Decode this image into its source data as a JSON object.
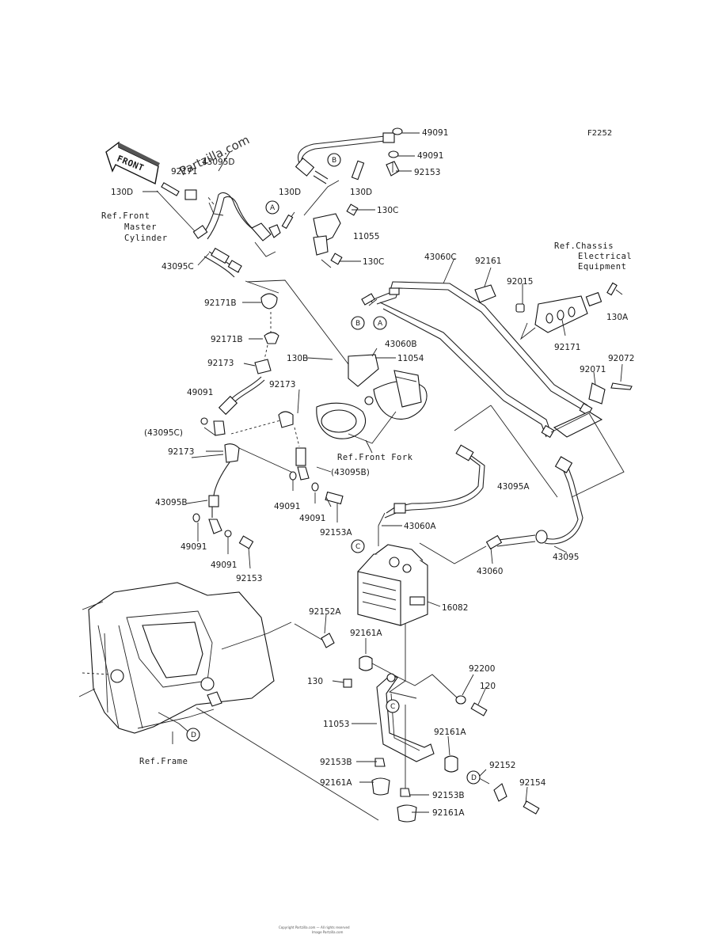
{
  "figure_code": "F2252",
  "watermark": "Partzilla.com",
  "front_badge": "FRONT",
  "refs": {
    "master_cylinder": [
      "Ref.Front",
      "Master",
      "Cylinder"
    ],
    "chassis_electrical": [
      "Ref.Chassis",
      "Electrical",
      "Equipment"
    ],
    "front_fork": "Ref.Front Fork",
    "frame": "Ref.Frame"
  },
  "callouts": [
    "A",
    "B",
    "C",
    "D"
  ],
  "part_labels": [
    {
      "id": "l1",
      "text": "49091"
    },
    {
      "id": "l2",
      "text": "49091"
    },
    {
      "id": "l3",
      "text": "92153"
    },
    {
      "id": "l4",
      "text": "92171"
    },
    {
      "id": "l5",
      "text": "43095D"
    },
    {
      "id": "l6",
      "text": "130D"
    },
    {
      "id": "l7",
      "text": "130D"
    },
    {
      "id": "l8",
      "text": "130D"
    },
    {
      "id": "l9",
      "text": "130C"
    },
    {
      "id": "l10",
      "text": "11055"
    },
    {
      "id": "l11",
      "text": "130C"
    },
    {
      "id": "l12",
      "text": "43095C"
    },
    {
      "id": "l13",
      "text": "43060C"
    },
    {
      "id": "l14",
      "text": "92161"
    },
    {
      "id": "l15",
      "text": "92015"
    },
    {
      "id": "l16",
      "text": "130A"
    },
    {
      "id": "l17",
      "text": "92171B"
    },
    {
      "id": "l18",
      "text": "43060B"
    },
    {
      "id": "l19",
      "text": "92171B"
    },
    {
      "id": "l20",
      "text": "130B"
    },
    {
      "id": "l21",
      "text": "11054"
    },
    {
      "id": "l22",
      "text": "92173"
    },
    {
      "id": "l23",
      "text": "92171"
    },
    {
      "id": "l24",
      "text": "92072"
    },
    {
      "id": "l25",
      "text": "92071"
    },
    {
      "id": "l26",
      "text": "49091"
    },
    {
      "id": "l27",
      "text": "92173"
    },
    {
      "id": "l28",
      "text": "(43095C)"
    },
    {
      "id": "l29",
      "text": "92173"
    },
    {
      "id": "l30",
      "text": "(43095B)"
    },
    {
      "id": "l31",
      "text": "43095A"
    },
    {
      "id": "l32",
      "text": "43095B"
    },
    {
      "id": "l33",
      "text": "49091"
    },
    {
      "id": "l34",
      "text": "49091"
    },
    {
      "id": "l35",
      "text": "92153A"
    },
    {
      "id": "l36",
      "text": "43060A"
    },
    {
      "id": "l37",
      "text": "49091"
    },
    {
      "id": "l38",
      "text": "49091"
    },
    {
      "id": "l39",
      "text": "92153"
    },
    {
      "id": "l40",
      "text": "43060"
    },
    {
      "id": "l41",
      "text": "43095"
    },
    {
      "id": "l42",
      "text": "16082"
    },
    {
      "id": "l43",
      "text": "92152A"
    },
    {
      "id": "l44",
      "text": "92161A"
    },
    {
      "id": "l45",
      "text": "92200"
    },
    {
      "id": "l46",
      "text": "120"
    },
    {
      "id": "l47",
      "text": "130"
    },
    {
      "id": "l48",
      "text": "11053"
    },
    {
      "id": "l49",
      "text": "92161A"
    },
    {
      "id": "l50",
      "text": "92152"
    },
    {
      "id": "l51",
      "text": "92153B"
    },
    {
      "id": "l52",
      "text": "92154"
    },
    {
      "id": "l53",
      "text": "92161A"
    },
    {
      "id": "l54",
      "text": "92153B"
    },
    {
      "id": "l55",
      "text": "92161A"
    }
  ],
  "footer": [
    "Copyright Partzilla.com — All rights reserved",
    "Image Partzilla.com"
  ]
}
